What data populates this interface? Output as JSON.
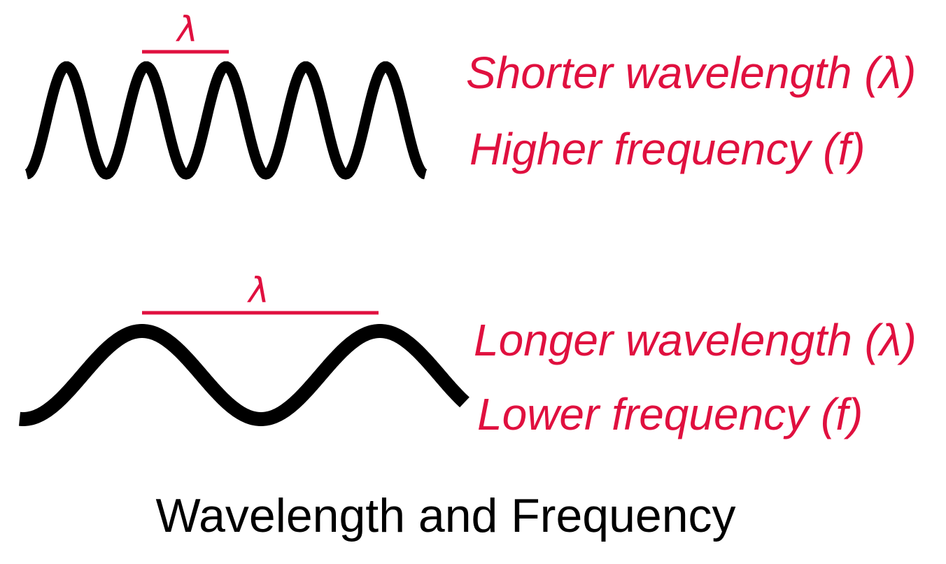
{
  "colors": {
    "accent": "#e0103f",
    "wave": "#000000",
    "caption": "#000000",
    "background": "#ffffff"
  },
  "short_wave": {
    "wavelength_symbol": "λ",
    "line1": "Shorter wavelength (λ)",
    "line2": "Higher frequency (f)"
  },
  "long_wave": {
    "wavelength_symbol": "λ",
    "line1": "Longer wavelength (λ)",
    "line2": "Lower frequency (f)"
  },
  "caption": "Wavelength and Frequency"
}
